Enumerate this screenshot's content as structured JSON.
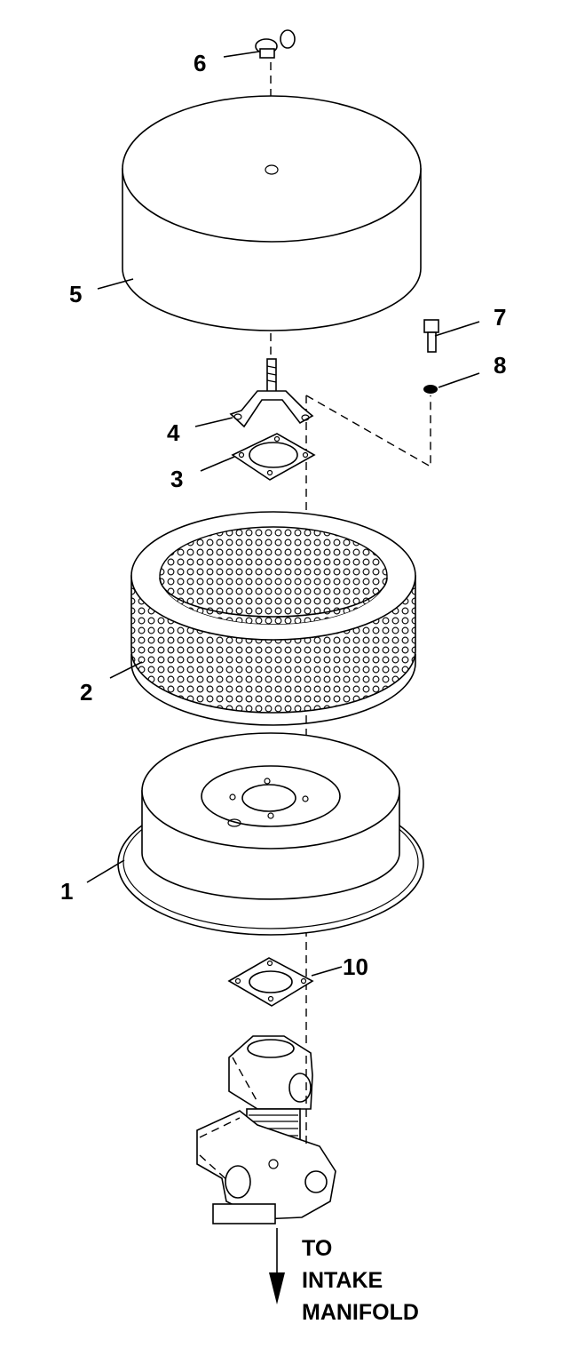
{
  "callouts": [
    {
      "id": "1",
      "label": "1"
    },
    {
      "id": "2",
      "label": "2"
    },
    {
      "id": "3",
      "label": "3"
    },
    {
      "id": "4",
      "label": "4"
    },
    {
      "id": "5",
      "label": "5"
    },
    {
      "id": "6",
      "label": "6"
    },
    {
      "id": "7",
      "label": "7"
    },
    {
      "id": "8",
      "label": "8"
    },
    {
      "id": "10",
      "label": "10"
    }
  ],
  "flow_label": [
    "TO",
    "INTAKE",
    "MANIFOLD"
  ],
  "parts": {
    "wing_nut": "wing-nut",
    "cover": "air-cleaner-cover",
    "bracket": "stud-bracket",
    "upper_gasket": "bracket-gasket",
    "filter": "filter-element",
    "base": "air-cleaner-base",
    "bolt": "cap-screw",
    "washer": "lock-washer",
    "lower_gasket": "carburetor-gasket",
    "carburetor": "carburetor"
  }
}
